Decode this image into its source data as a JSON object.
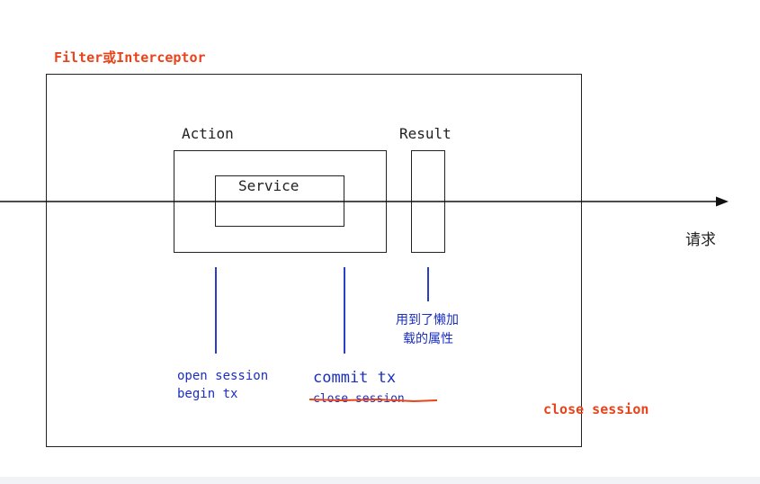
{
  "diagram": {
    "outer_label": "Filter或Interceptor",
    "action_label": "Action",
    "service_label": "Service",
    "result_label": "Result",
    "request_label": "请求",
    "open_session": "open session",
    "begin_tx": "begin tx",
    "commit_tx": "commit tx",
    "close_session_struck": "close session",
    "lazy_load_line1": "用到了懒加",
    "lazy_load_line2": "载的属性",
    "close_session": "close session",
    "colors": {
      "accent_red": "#e8431b",
      "annotation_blue": "#1a2fbf",
      "line": "#222222"
    }
  }
}
